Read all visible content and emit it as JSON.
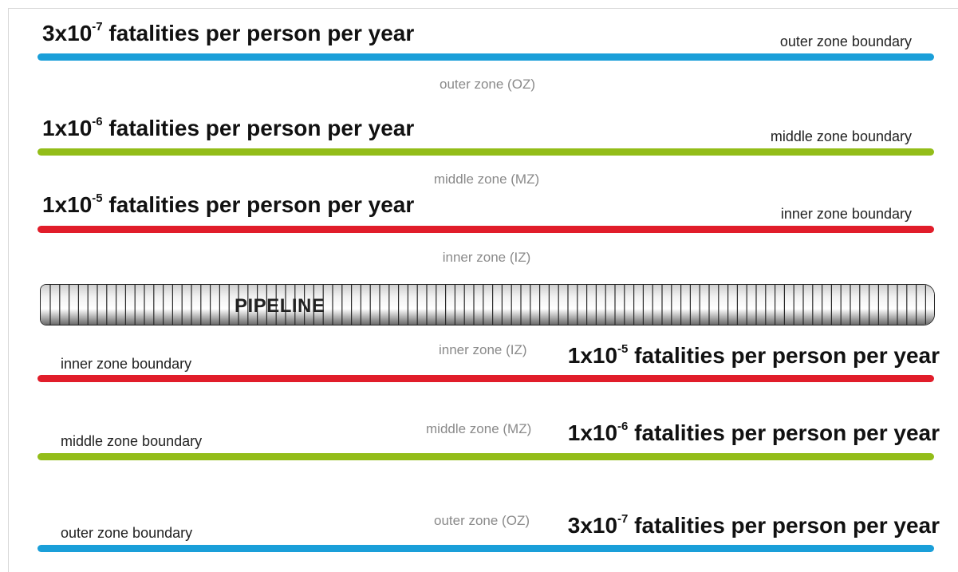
{
  "colors": {
    "outer": "#1a9fd9",
    "middle": "#93bd19",
    "inner": "#e11d2a"
  },
  "upper": {
    "outer": {
      "coef": "3x10",
      "exp": "-7",
      "text": " fatalities per person per year",
      "boundary": "outer zone boundary",
      "zone": "outer zone (OZ)"
    },
    "middle": {
      "coef": "1x10",
      "exp": "-6",
      "text": " fatalities per person per year",
      "boundary": "middle zone boundary",
      "zone": "middle zone (MZ)"
    },
    "inner": {
      "coef": "1x10",
      "exp": "-5",
      "text": " fatalities per person per year",
      "boundary": "inner zone boundary",
      "zone": "inner zone (IZ)"
    }
  },
  "pipeline": {
    "label": "PIPELINE"
  },
  "lower": {
    "inner": {
      "coef": "1x10",
      "exp": "-5",
      "text": " fatalities per person per year",
      "boundary": "inner zone boundary",
      "zone": "inner zone (IZ)"
    },
    "middle": {
      "coef": "1x10",
      "exp": "-6",
      "text": " fatalities per person per year",
      "boundary": "middle zone boundary",
      "zone": "middle zone (MZ)"
    },
    "outer": {
      "coef": "3x10",
      "exp": "-7",
      "text": " fatalities per person per year",
      "boundary": "outer zone boundary",
      "zone": "outer zone (OZ)"
    }
  }
}
